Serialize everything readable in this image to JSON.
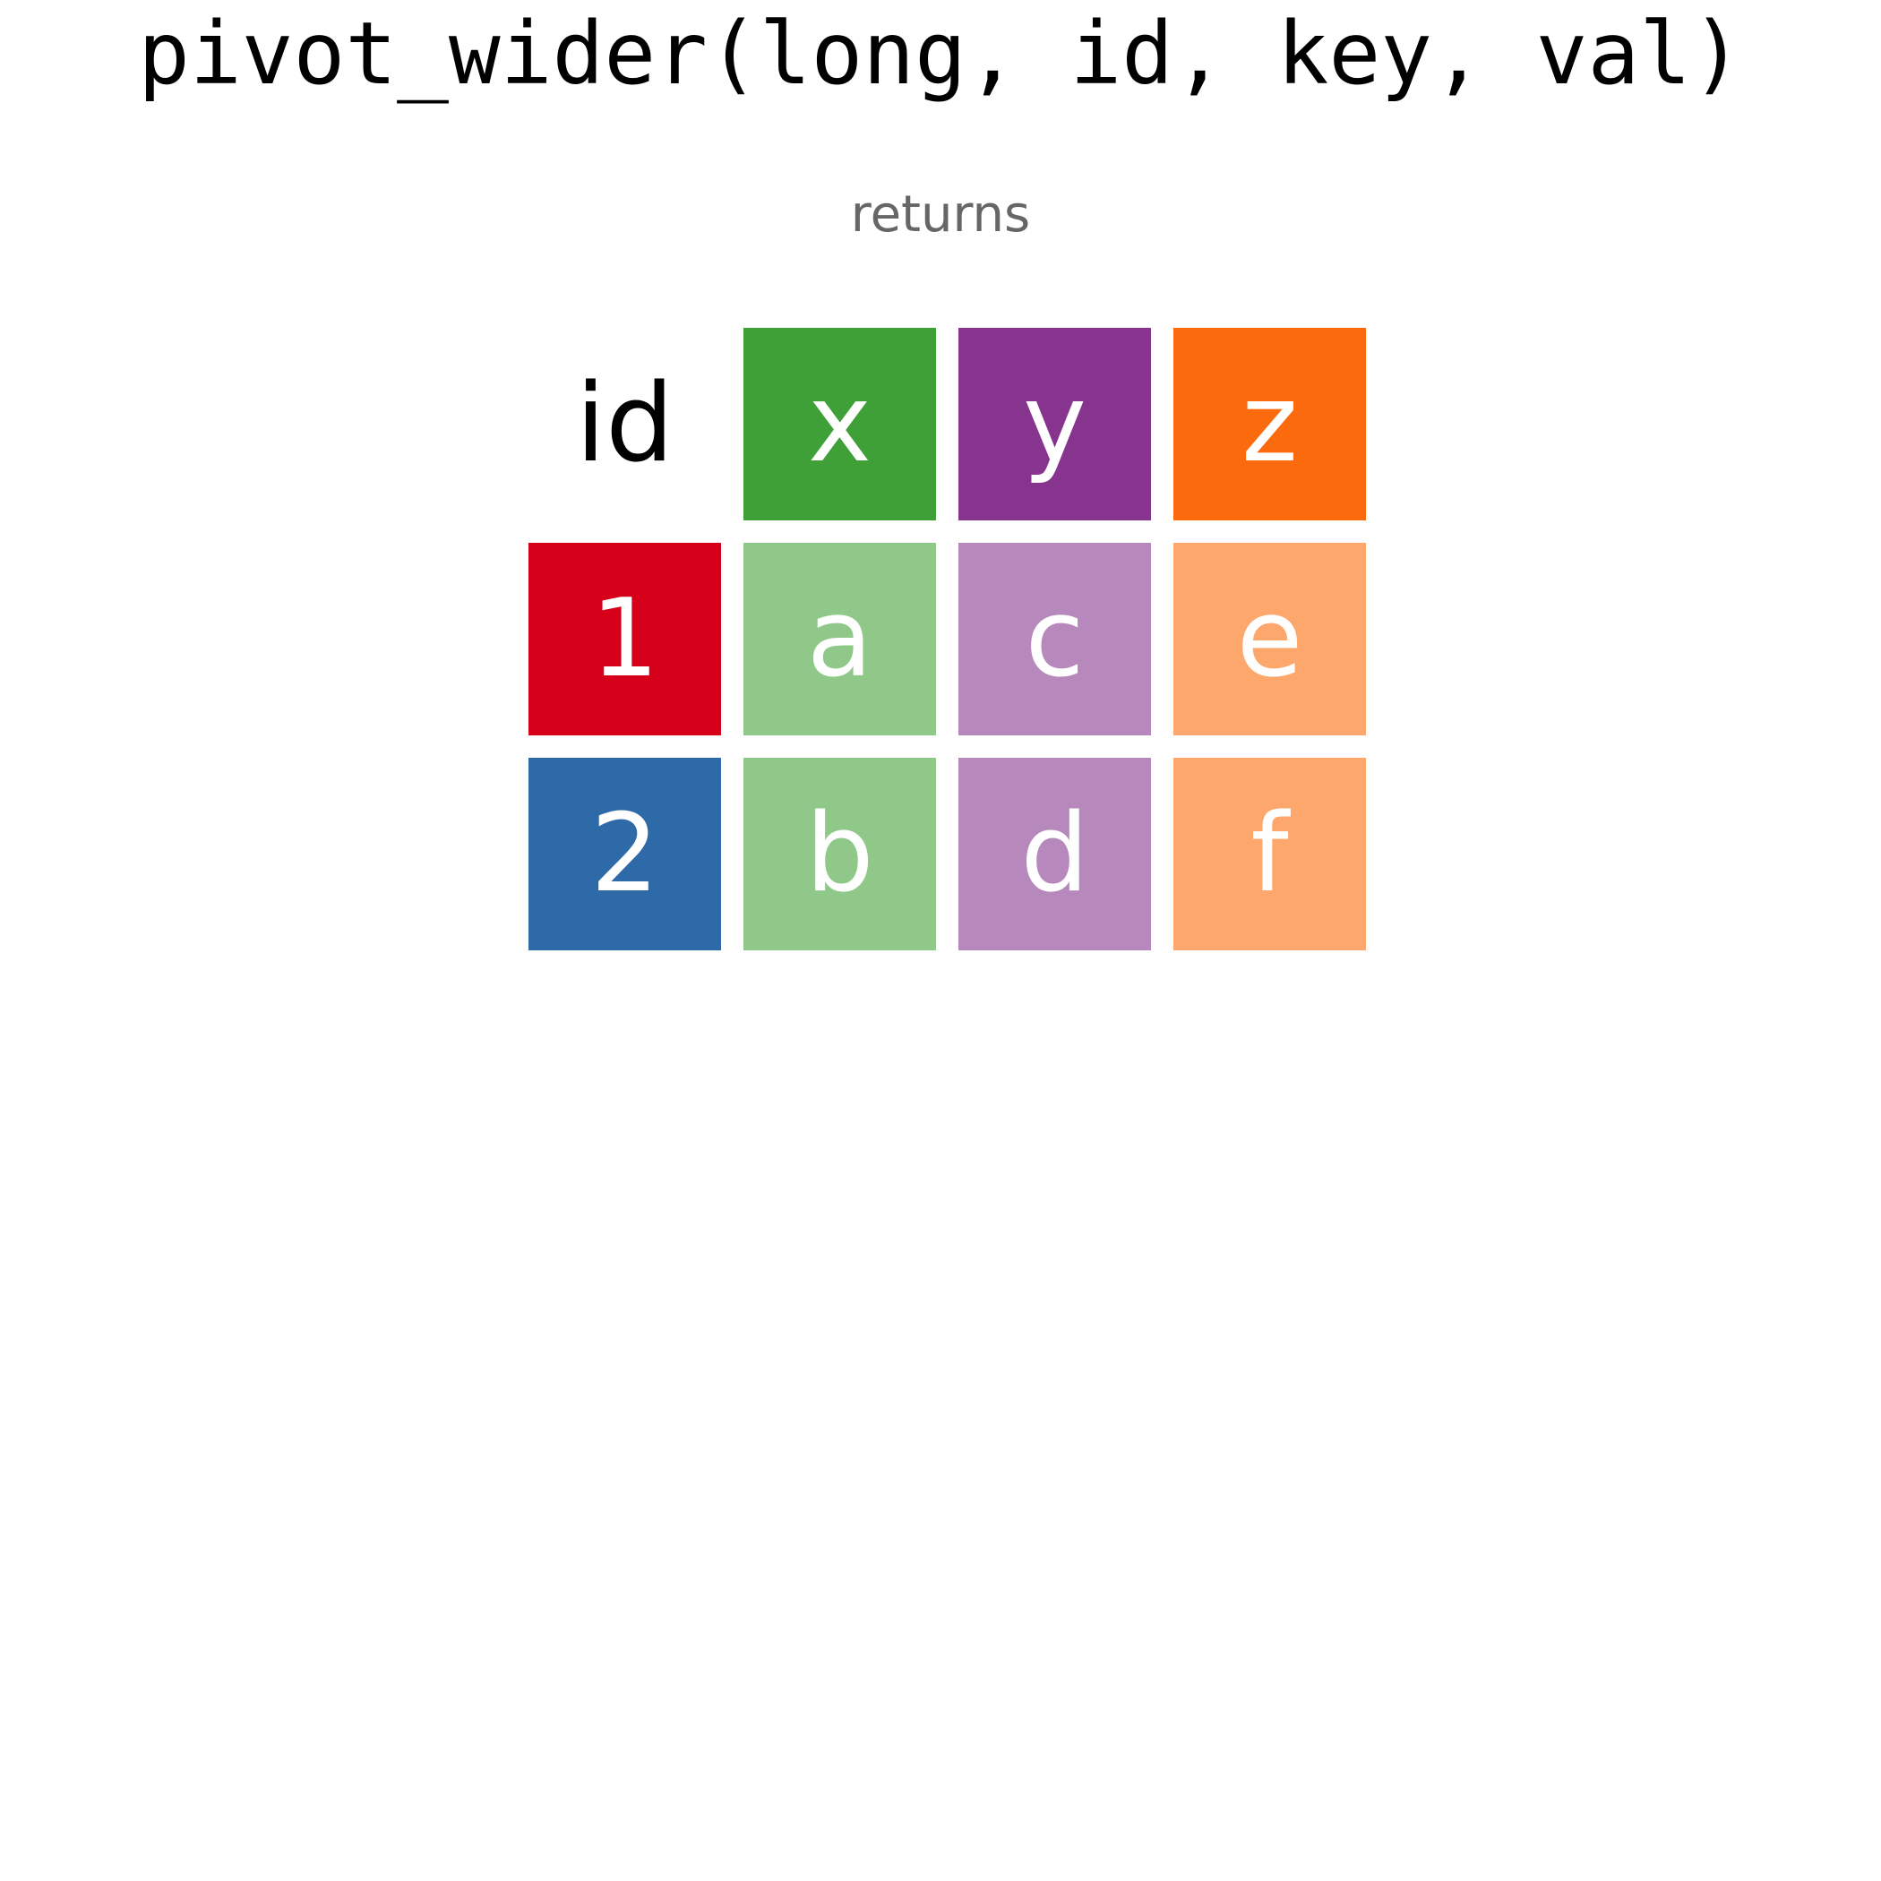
{
  "title": "pivot_wider(long, id, key, val)",
  "subtitle": "returns",
  "table": {
    "header": {
      "id": "id",
      "columns": [
        "x",
        "y",
        "z"
      ]
    },
    "rows": [
      {
        "id": "1",
        "values": [
          "a",
          "c",
          "e"
        ]
      },
      {
        "id": "2",
        "values": [
          "b",
          "d",
          "f"
        ]
      }
    ]
  },
  "colors": {
    "header_x": "#40a038",
    "header_y": "#86348e",
    "header_z": "#fb6a0d",
    "values_x": "#8fc888",
    "values_y": "#b788bc",
    "values_z": "#fda76d",
    "id_1": "#d7001a",
    "id_2": "#2e6aa8"
  }
}
